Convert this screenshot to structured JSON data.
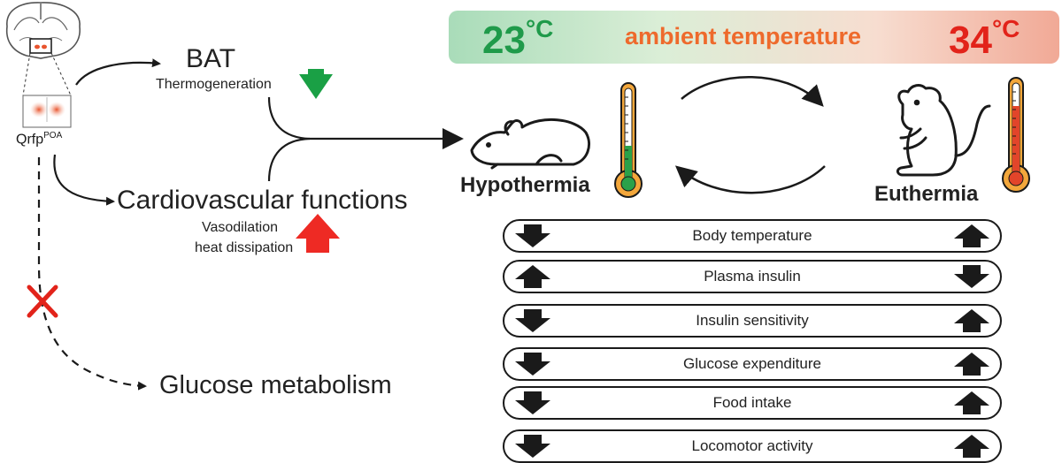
{
  "banner": {
    "low_temp": "23",
    "high_temp": "34",
    "degree_unit": "°C",
    "title": "ambient temperature",
    "low_color": "#1f9a4a",
    "high_color": "#e2231a",
    "title_color": "#ee6a2c"
  },
  "left": {
    "neuron_label": "Qrfp",
    "neuron_sup": "POA",
    "bat_label": "BAT",
    "thermo_label": "Thermogeneration",
    "cardio_label": "Cardiovascular functions",
    "vaso_label": "Vasodilation",
    "heat_label": "heat dissipation",
    "glucose_label": "Glucose metabolism"
  },
  "states": {
    "hypo": "Hypothermia",
    "eu": "Euthermia"
  },
  "rows": [
    {
      "label": "Body temperature",
      "hypo": "down",
      "eu": "up"
    },
    {
      "label": "Plasma insulin",
      "hypo": "up",
      "eu": "down"
    },
    {
      "label": "Insulin sensitivity",
      "hypo": "down",
      "eu": "up"
    },
    {
      "label": "Glucose expenditure",
      "hypo": "down",
      "eu": "up"
    },
    {
      "label": "Food intake",
      "hypo": "down",
      "eu": "up"
    },
    {
      "label": "Locomotor activity",
      "hypo": "down",
      "eu": "up"
    }
  ],
  "icons": {
    "brain": "brain-section-icon",
    "cross": "cross-icon",
    "mouse_lying": "mouse-lying-icon",
    "mouse_sitting": "mouse-sitting-icon",
    "thermometer": "thermometer-icon"
  },
  "colors": {
    "down_green": "#1aa045",
    "up_red": "#ee2a24",
    "thermo_fill_low": "#2aa14a",
    "thermo_fill_high": "#e2452a",
    "thermo_body": "#f3a73b"
  }
}
